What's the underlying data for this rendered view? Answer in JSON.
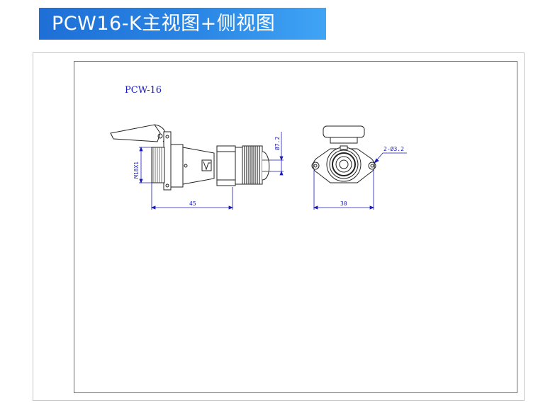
{
  "header": {
    "title": "PCW16-K主视图+侧视图"
  },
  "drawing": {
    "model_label": "PCW-16",
    "front_view": {
      "thread_dim": "M18X1",
      "diameter_dim": "Ø7.2",
      "length_dim": "45"
    },
    "side_view": {
      "hole_dim": "2-Ø3.2",
      "width_dim": "30"
    }
  },
  "colors": {
    "banner_start": "#1e6fd6",
    "banner_end": "#40a4f5",
    "dimension": "#1a1ab8",
    "line": "#222222"
  }
}
